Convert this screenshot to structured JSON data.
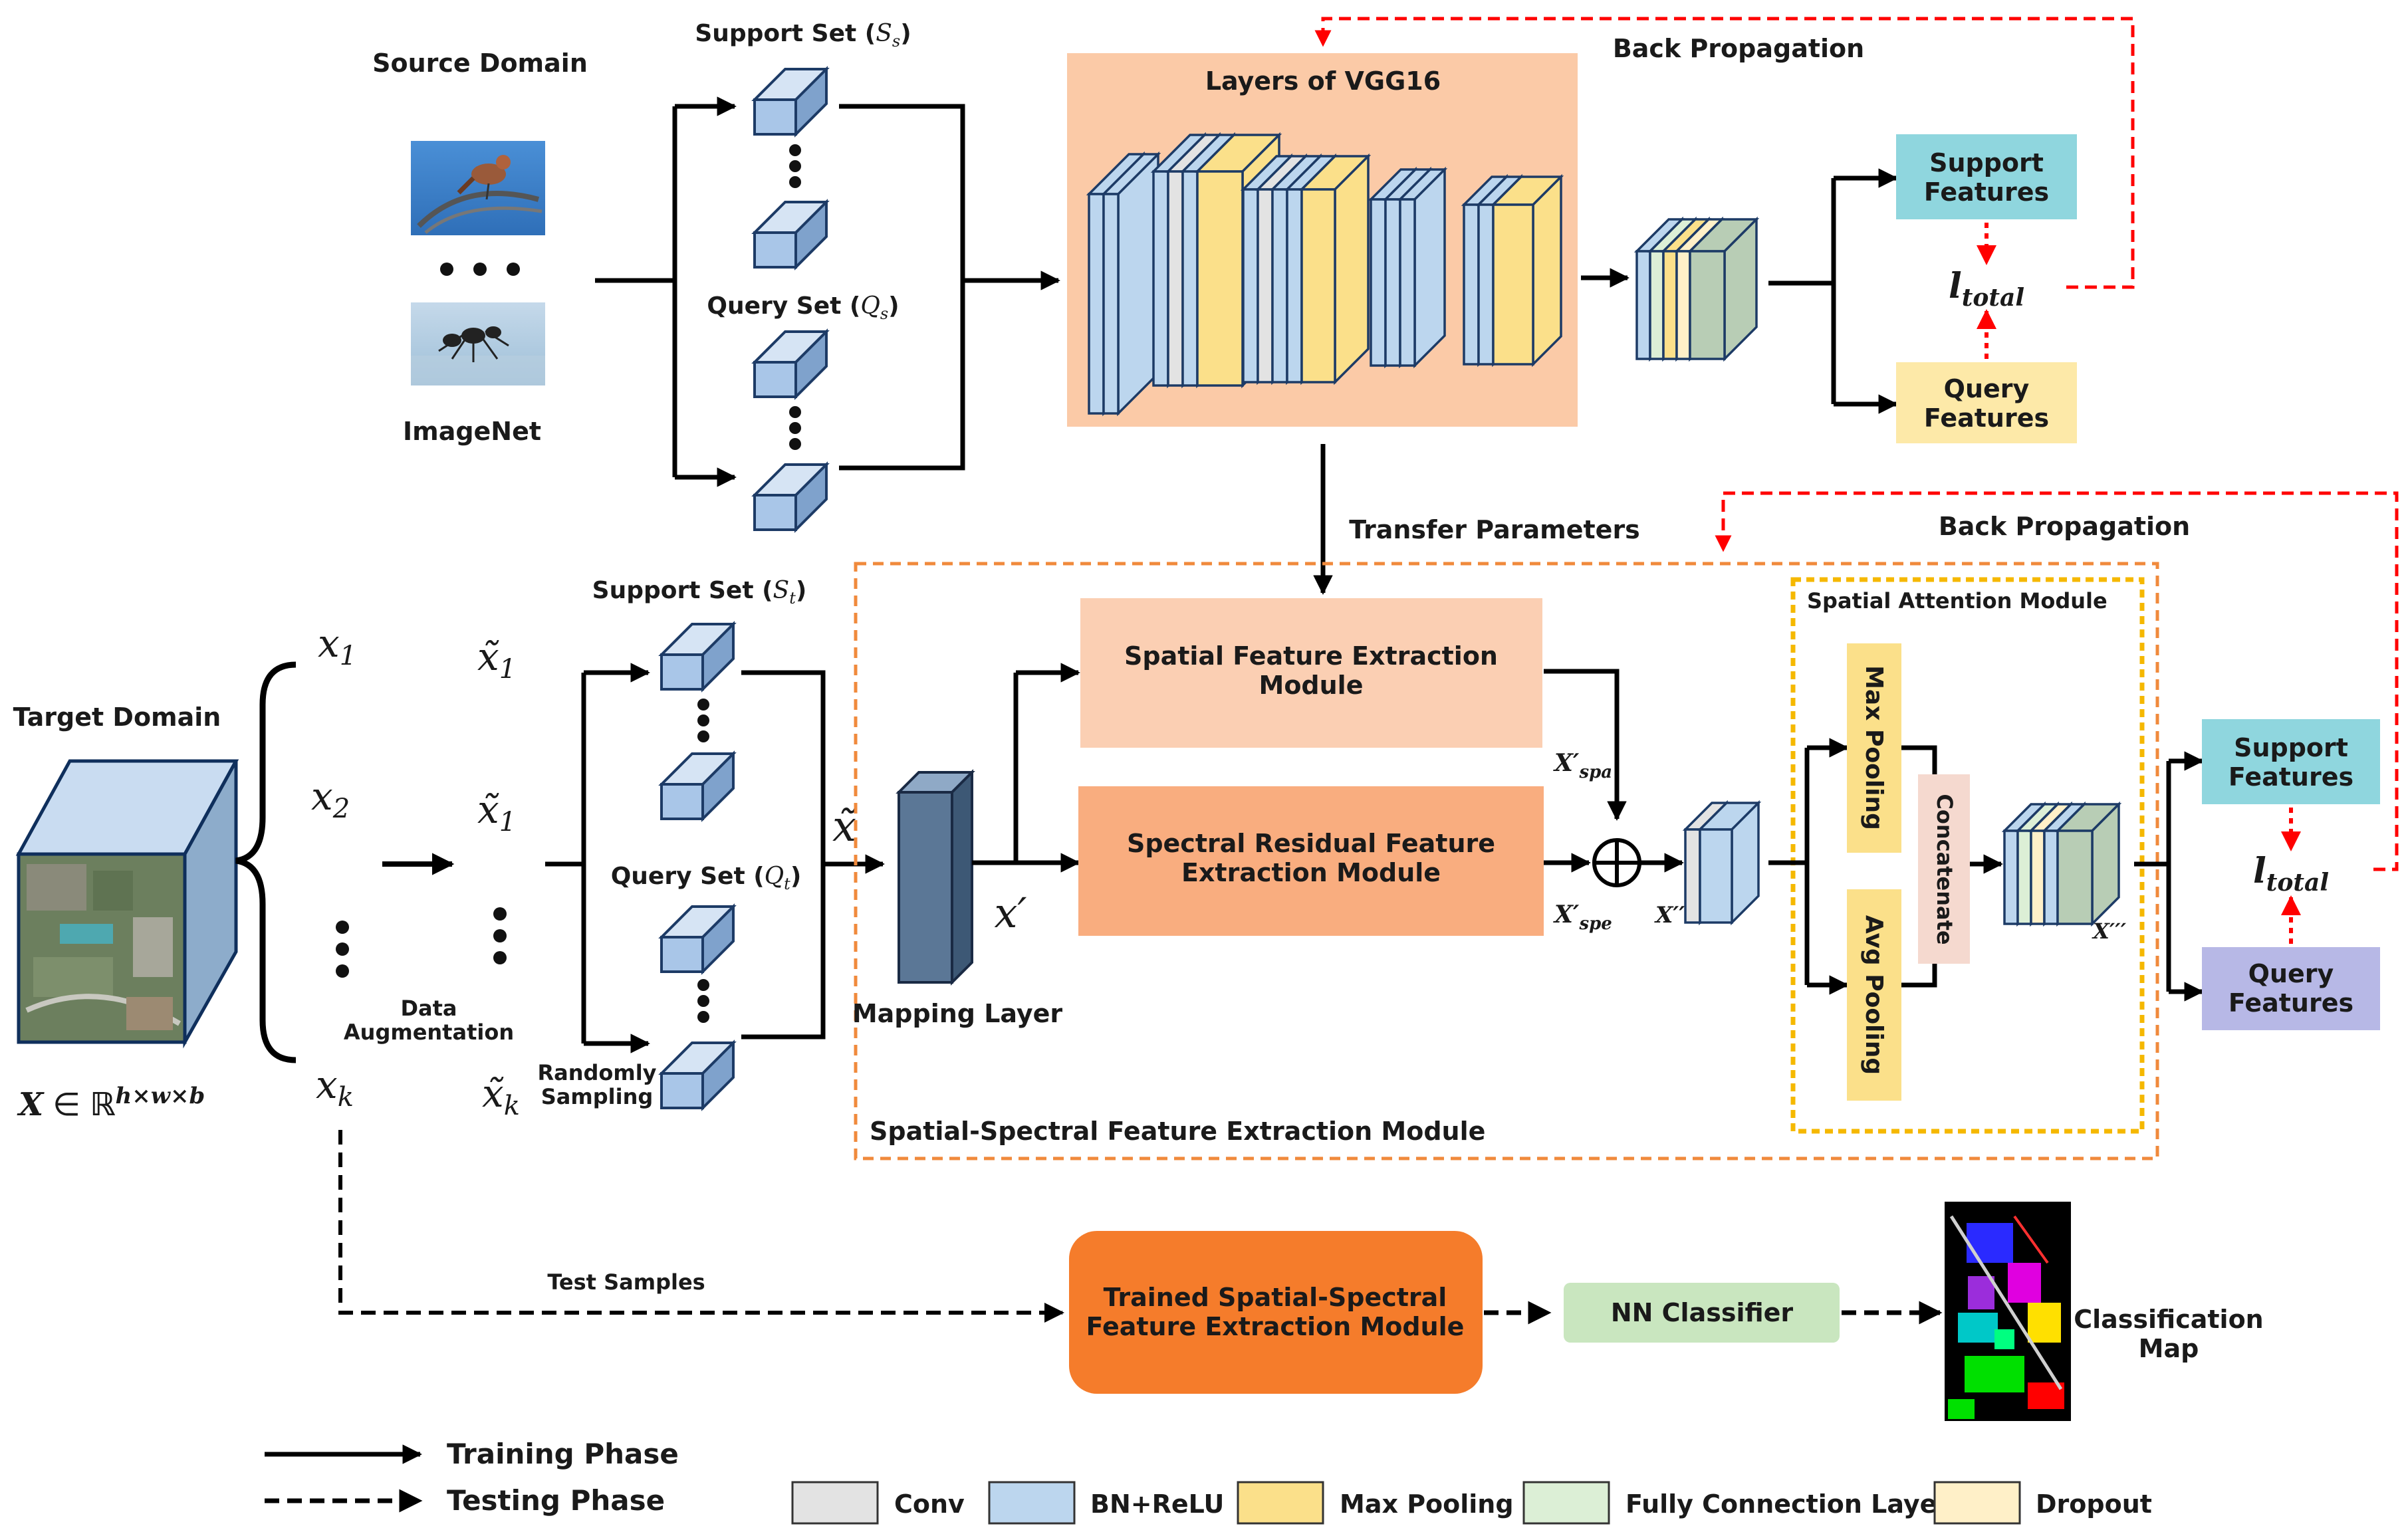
{
  "source": {
    "domain_label": "Source Domain",
    "dataset_label": "ImageNet",
    "support_label": "Support Set (",
    "support_sym": "S",
    "support_sub": "s",
    "support_close": ")",
    "query_label": "Query Set (",
    "query_sym": "Q",
    "query_sub": "s",
    "query_close": ")"
  },
  "vgg": {
    "title": "Layers of VGG16",
    "back_prop": "Back Propagation",
    "support_features": [
      "Support",
      "Features"
    ],
    "query_features": [
      "Query",
      "Features"
    ],
    "loss_sym": "l",
    "loss_sub": "total"
  },
  "transfer": {
    "label": "Transfer Parameters"
  },
  "target": {
    "domain_label": "Target Domain",
    "x_items": [
      "x",
      "x",
      "x"
    ],
    "x_subs": [
      "1",
      "2",
      "k"
    ],
    "xt_items": [
      "x̃",
      "x̃",
      "x̃"
    ],
    "xt_subs": [
      "1",
      "1",
      "k"
    ],
    "data_aug": [
      "Data",
      "Augmentation"
    ],
    "random_sampling": [
      "Randomly",
      "Sampling"
    ],
    "support_label": "Support Set (",
    "support_sym": "S",
    "support_sub": "t",
    "support_close": ")",
    "query_label": "Query Set (",
    "query_sym": "Q",
    "query_sub": "t",
    "query_close": ")",
    "x_tilde": "x̃",
    "x_prime": "x′",
    "formula_X": "X",
    "formula_in": "∈",
    "formula_R": "ℝ",
    "formula_exp": "h×w×b"
  },
  "module": {
    "mapping_layer": "Mapping Layer",
    "spatial_feature": [
      "Spatial Feature Extraction",
      "Module"
    ],
    "spectral_residual": [
      "Spectral Residual Feature",
      "Extraction Module"
    ],
    "x_spa": "X′",
    "x_spa_sub": "spa",
    "x_spe": "X′",
    "x_spe_sub": "spe",
    "x_dprime": "X′′",
    "x_tprime": "X′′′",
    "oplus": "⊕",
    "sam_title": "Spatial Attention Module",
    "max_pooling": "Max Pooling",
    "avg_pooling": "Avg Pooling",
    "concatenate": "Concatenate",
    "footer_label": "Spatial-Spectral Feature Extraction Module",
    "back_prop": "Back Propagation",
    "support_features": [
      "Support",
      "Features"
    ],
    "query_features": [
      "Query",
      "Features"
    ],
    "loss_sym": "l",
    "loss_sub": "total"
  },
  "test": {
    "samples_label": "Test Samples",
    "trained_module": [
      "Trained Spatial-Spectral",
      "Feature Extraction Module"
    ],
    "classifier": "NN Classifier",
    "classification_map": [
      "Classification",
      "Map"
    ]
  },
  "legend": {
    "training": "Training Phase",
    "testing": "Testing Phase",
    "items": [
      "Conv",
      "BN+ReLU",
      "Max Pooling",
      "Fully Connection Layer",
      "Dropout"
    ]
  },
  "colors": {
    "conv": "#e3e3e3",
    "bn_relu": "#bcd6ee",
    "max_pool": "#fbe08a",
    "fc": "#dcefd6",
    "dropout": "#fff0c8",
    "vgg_bg": "#fbcaa7",
    "spatial_box": "#fbcfb3",
    "spectral_box": "#f9ad7f",
    "trained_box": "#f57c2b",
    "nn_box": "#c9e6bf",
    "support_feat": "#8fd6de",
    "query_feat": "#fde9a8",
    "query_feat2": "#b7b8e6",
    "red_dash": "#ff0000",
    "orange_dash": "#f08a3c",
    "yellow_dash": "#f5b800"
  }
}
